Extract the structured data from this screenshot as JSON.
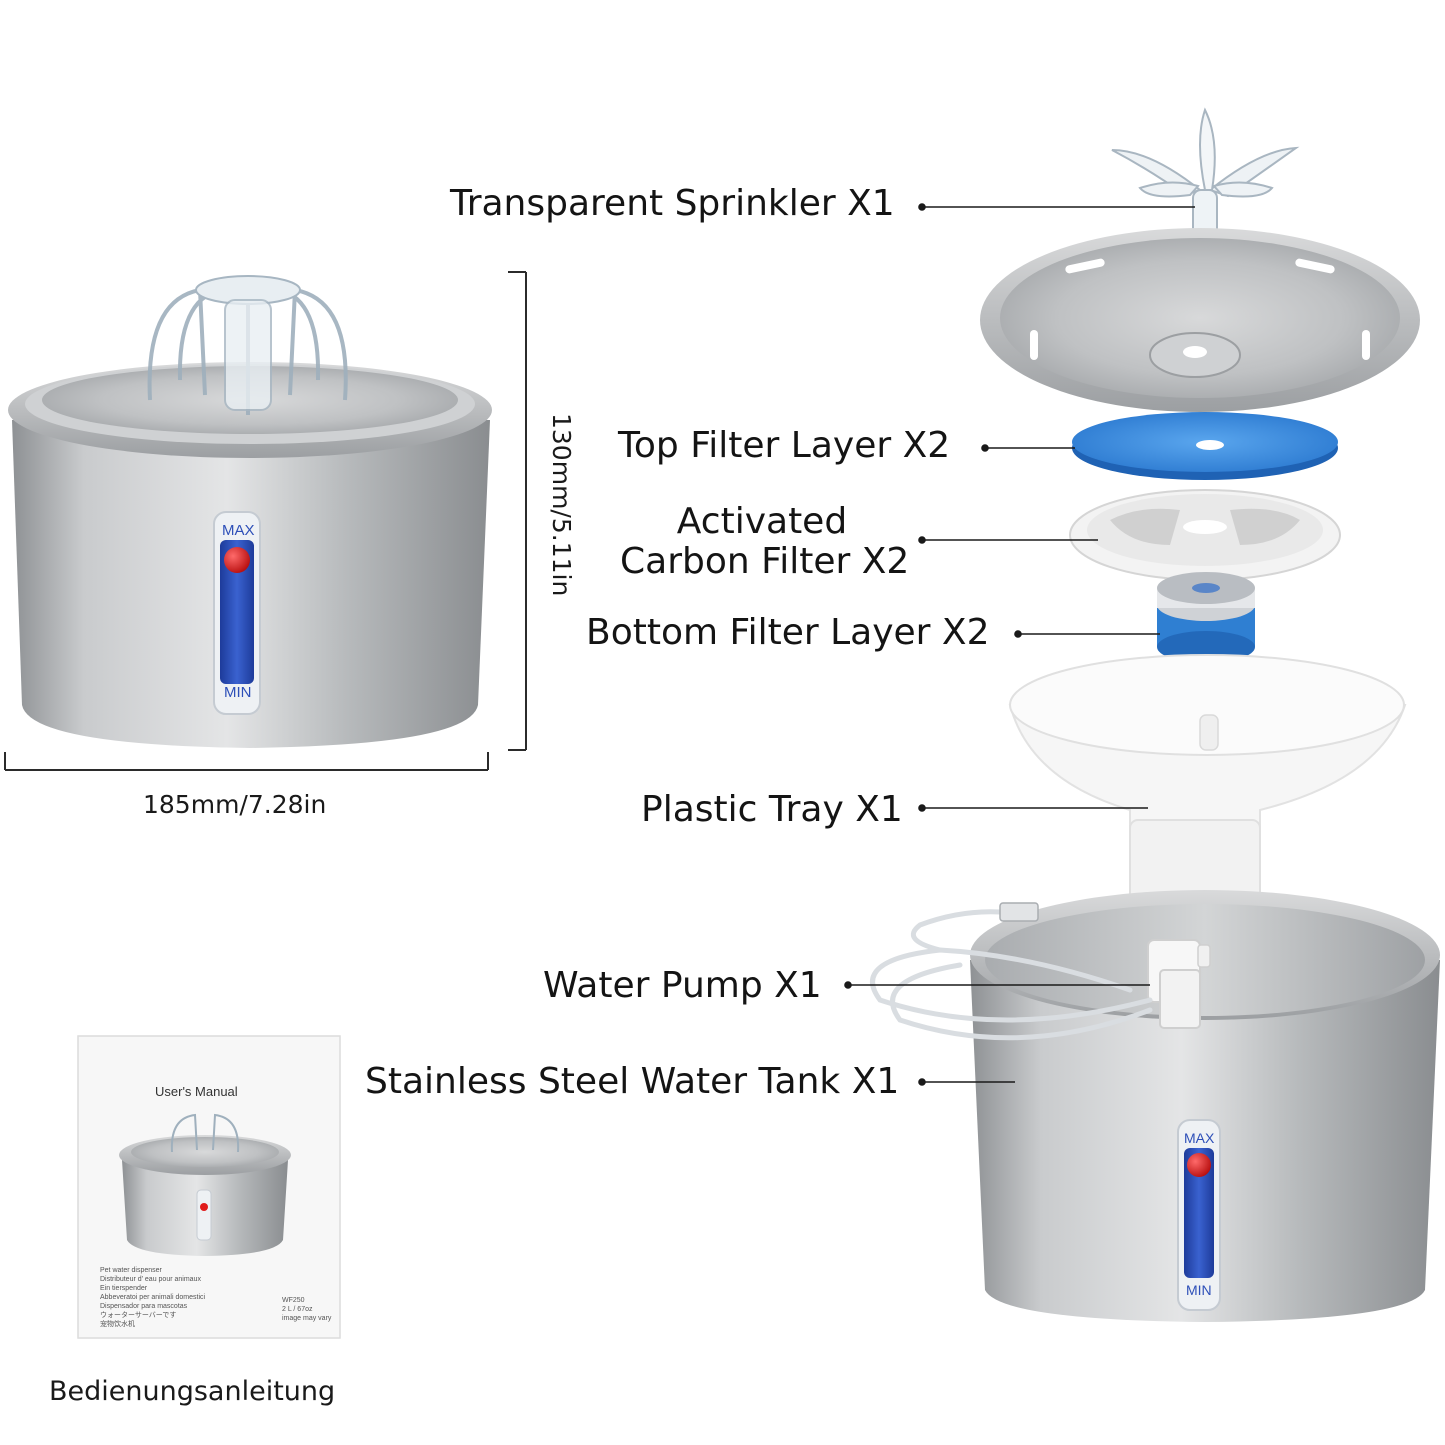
{
  "dimensions": {
    "width_label": "185mm/7.28in",
    "height_label": "130mm/5.11in"
  },
  "gauge": {
    "max_label": "MAX",
    "min_label": "MIN"
  },
  "parts": [
    {
      "label": "Transparent Sprinkler X1"
    },
    {
      "label": "Top Filter Layer X2"
    },
    {
      "label": "Activated",
      "label_line2": "Carbon Filter X2"
    },
    {
      "label": "Bottom Filter Layer X2"
    },
    {
      "label": "Plastic Tray X1"
    },
    {
      "label": "Water Pump X1"
    },
    {
      "label": "Stainless Steel Water Tank X1"
    }
  ],
  "manual": {
    "title": "User's Manual",
    "caption": "Bedienungsanleitung",
    "lines": [
      "Pet water dispenser",
      "Distributeur d'  eau pour animaux",
      "Ein tierspender",
      "Abbeveratoi per animali domestici",
      "Dispensador para mascotas",
      "ウォーターサーバーです",
      "宠物饮水机"
    ],
    "model": "WF250",
    "capacity": "2 L / 67oz",
    "note": "image may vary"
  },
  "colors": {
    "steel": "#b8bbbe",
    "gauge_blue": "#2d4fb8",
    "float_red": "#e01b1b",
    "filter_blue": "#3d8fe0"
  }
}
